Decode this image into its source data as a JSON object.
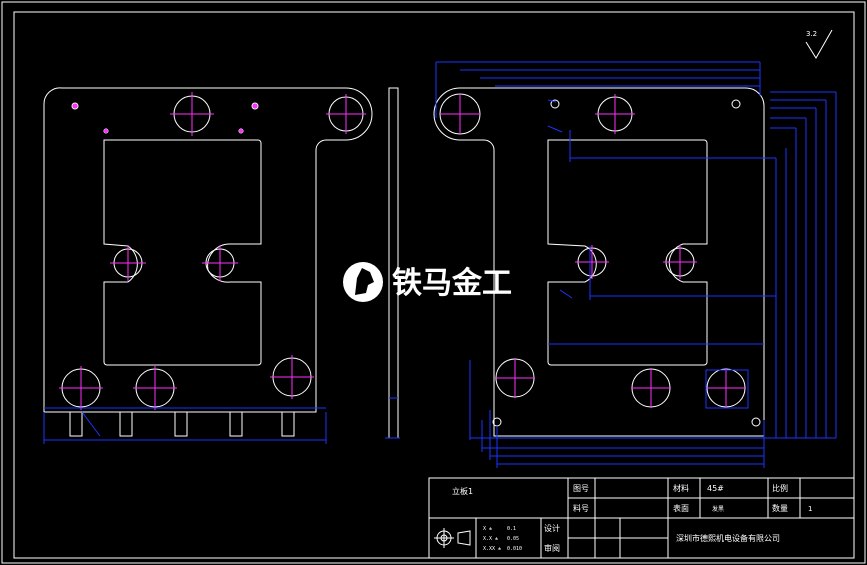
{
  "roughness_symbol": "3.2",
  "watermark": {
    "text": "铁马金工",
    "icon": "horse-head-logo"
  },
  "title_block": {
    "part_name": "立板1",
    "drawing_no_label": "图号",
    "material_label": "材料",
    "material_value": "45#",
    "scale_label": "比例",
    "material_no_label": "料号",
    "surface_label": "表面",
    "surface_value": "发黑",
    "quantity_label": "数量",
    "quantity_value": "1",
    "design_label": "设计",
    "review_label": "审阅",
    "company": "深圳市德熙机电设备有限公司",
    "tolerances": [
      {
        "label": "X ±",
        "value": "0.1"
      },
      {
        "label": "X.X ±",
        "value": "0.05"
      },
      {
        "label": "X.XX ±",
        "value": "0.010"
      }
    ],
    "projection_icon": "first-angle-projection-icon"
  },
  "colors": {
    "background": "#000000",
    "outline": "#ffffff",
    "dimension": "#1a35ff",
    "centerline": "#ff2fff"
  }
}
